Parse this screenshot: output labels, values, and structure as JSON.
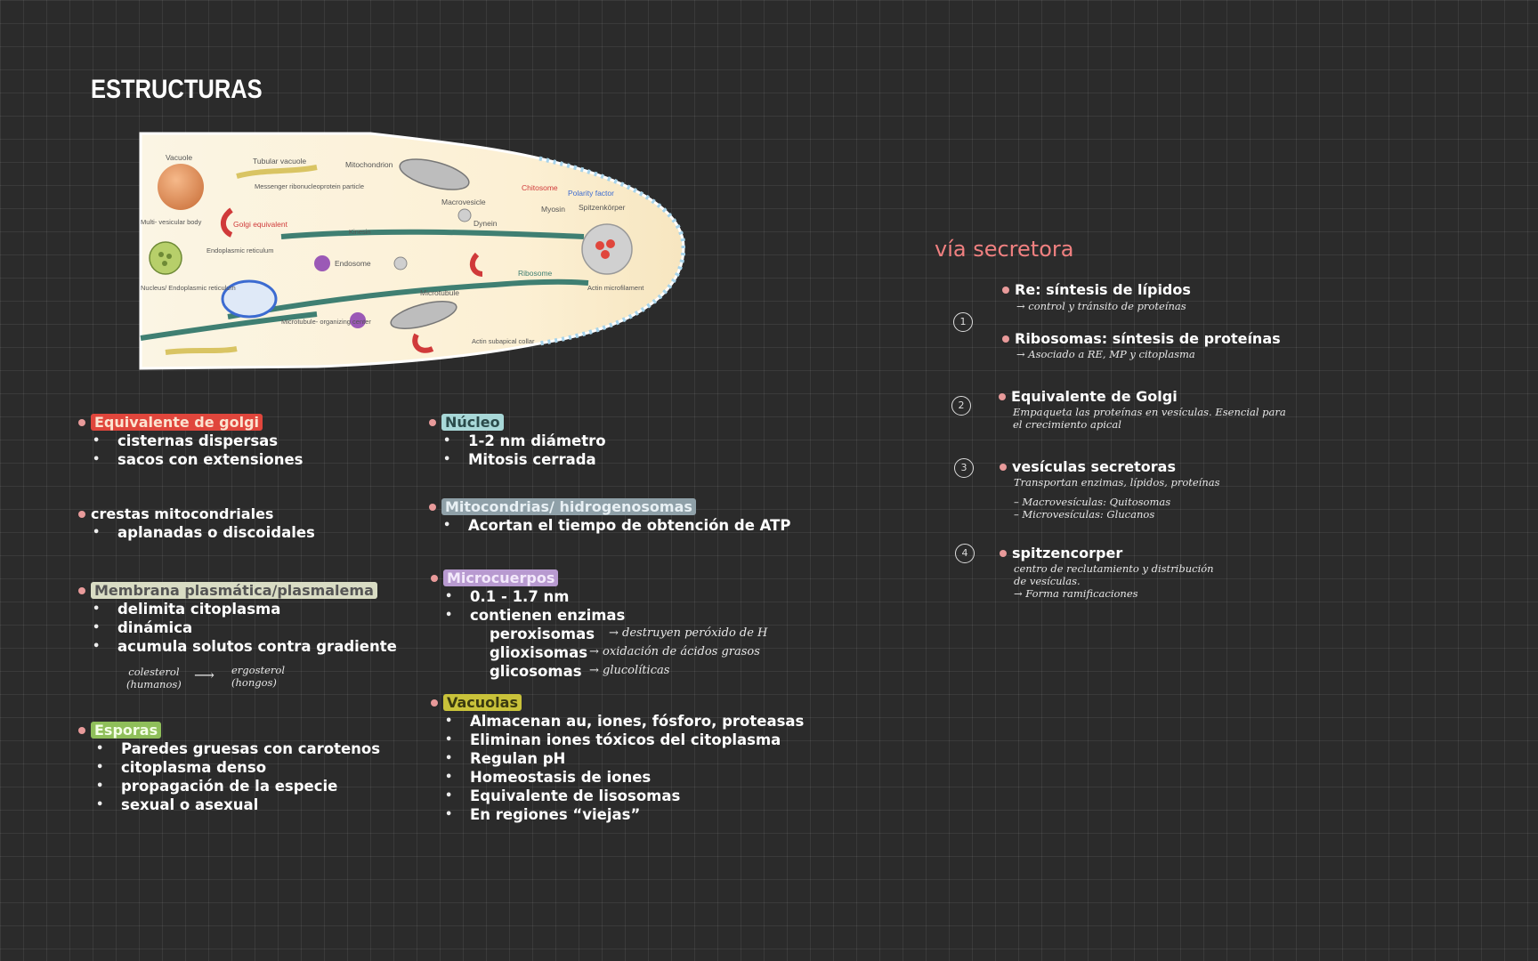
{
  "title": "ESTRUCTURAS",
  "diagram": {
    "labels": {
      "vacuole": "Vacuole",
      "tubular_vacuole": "Tubular vacuole",
      "mitochondrion": "Mitochondrion",
      "messenger": "Messenger ribonucleoprotein particle",
      "multivesicular": "Multi- vesicular body",
      "golgi_equiv": "Golgi equivalent",
      "kinesin": "Kinesin",
      "endoplasmic": "Endoplasmic reticulum",
      "endosome": "Endosome",
      "nucleus": "Nucleus/ Endoplasmic reticulum",
      "mtoc": "Microtubule- organizing center",
      "microtubule": "Microtubule",
      "macrovesicle": "Macrovesicle",
      "dynein": "Dynein",
      "chitosome": "Chitosome",
      "myosin": "Myosin",
      "polarity": "Polarity factor",
      "spitzenkorper": "Spitzenkörper",
      "ribosome": "Ribosome",
      "actin_micro": "Actin microfilament",
      "actin_collar": "Actin subapical collar"
    }
  },
  "left": {
    "golgi": {
      "title": "Equivalente de golgi",
      "items": [
        "cisternas dispersas",
        "sacos con extensiones"
      ],
      "color": "#e0463c"
    },
    "crestas": {
      "title": "crestas mitocondriales",
      "items": [
        "aplanadas o discoidales"
      ]
    },
    "membrana": {
      "title": "Membrana plasmática/plasmalema",
      "items": [
        "delimita citoplasma",
        "dinámica",
        "acumula solutos contra gradiente"
      ],
      "color": "#d9dcc4",
      "note_left1": "colesterol",
      "note_left2": "(humanos)",
      "note_right1": "ergosterol",
      "note_right2": "(hongos)"
    },
    "esporas": {
      "title": "Esporas",
      "items": [
        "Paredes gruesas con carotenos",
        "citoplasma denso",
        "propagación de la especie",
        "sexual o asexual"
      ],
      "color": "#8fbf5a"
    }
  },
  "middle": {
    "nucleo": {
      "title": "Núcleo",
      "items": [
        "1-2 nm diámetro",
        "Mitosis cerrada"
      ],
      "color": "#a8d8d8"
    },
    "mito": {
      "title": "Mitocondrias/ hidrogenosomas",
      "items": [
        "Acortan el tiempo de obtención de ATP"
      ],
      "color": "#8fa0a8"
    },
    "micro": {
      "title": "Microcuerpos",
      "items": [
        "0.1 - 1.7 nm",
        "contienen enzimas"
      ],
      "color": "#b89ad0",
      "sub": [
        {
          "name": "peroxisomas",
          "desc": "destruyen peróxido de H"
        },
        {
          "name": "glioxisomas",
          "desc": "oxidación de ácidos grasos"
        },
        {
          "name": "glicosomas",
          "desc": "glucolíticas"
        }
      ]
    },
    "vacuolas": {
      "title": "Vacuolas",
      "items": [
        "Almacenan au, iones, fósforo, proteasas",
        "Eliminan iones tóxicos del citoplasma",
        "Regulan pH",
        "Homeostasis de iones",
        "Equivalente de lisosomas",
        "En regiones “viejas”"
      ],
      "color": "#c9c23a"
    }
  },
  "via": {
    "title": "vía secretora",
    "color": "#f08080",
    "steps": [
      {
        "num": "1",
        "head": "Re: síntesis de lípidos",
        "note": "→ control y tránsito de proteínas",
        "head2": "Ribosomas: síntesis de proteínas",
        "note2": "→ Asociado a RE, MP y citoplasma"
      },
      {
        "num": "2",
        "head": "Equivalente de Golgi",
        "note": "Empaqueta las proteínas en vesículas. Esencial para",
        "note_b": "el crecimiento apical"
      },
      {
        "num": "3",
        "head": "vesículas secretoras",
        "note": "Transportan enzimas, lípidos, proteínas",
        "note_b": "– Macrovesículas: Quitosomas",
        "note_c": "– Microvesículas: Glucanos"
      },
      {
        "num": "4",
        "head": "spitzencorper",
        "note": "centro de reclutamiento y distribución",
        "note_b": "de vesículas.",
        "note_c": "→ Forma ramificaciones"
      }
    ]
  }
}
